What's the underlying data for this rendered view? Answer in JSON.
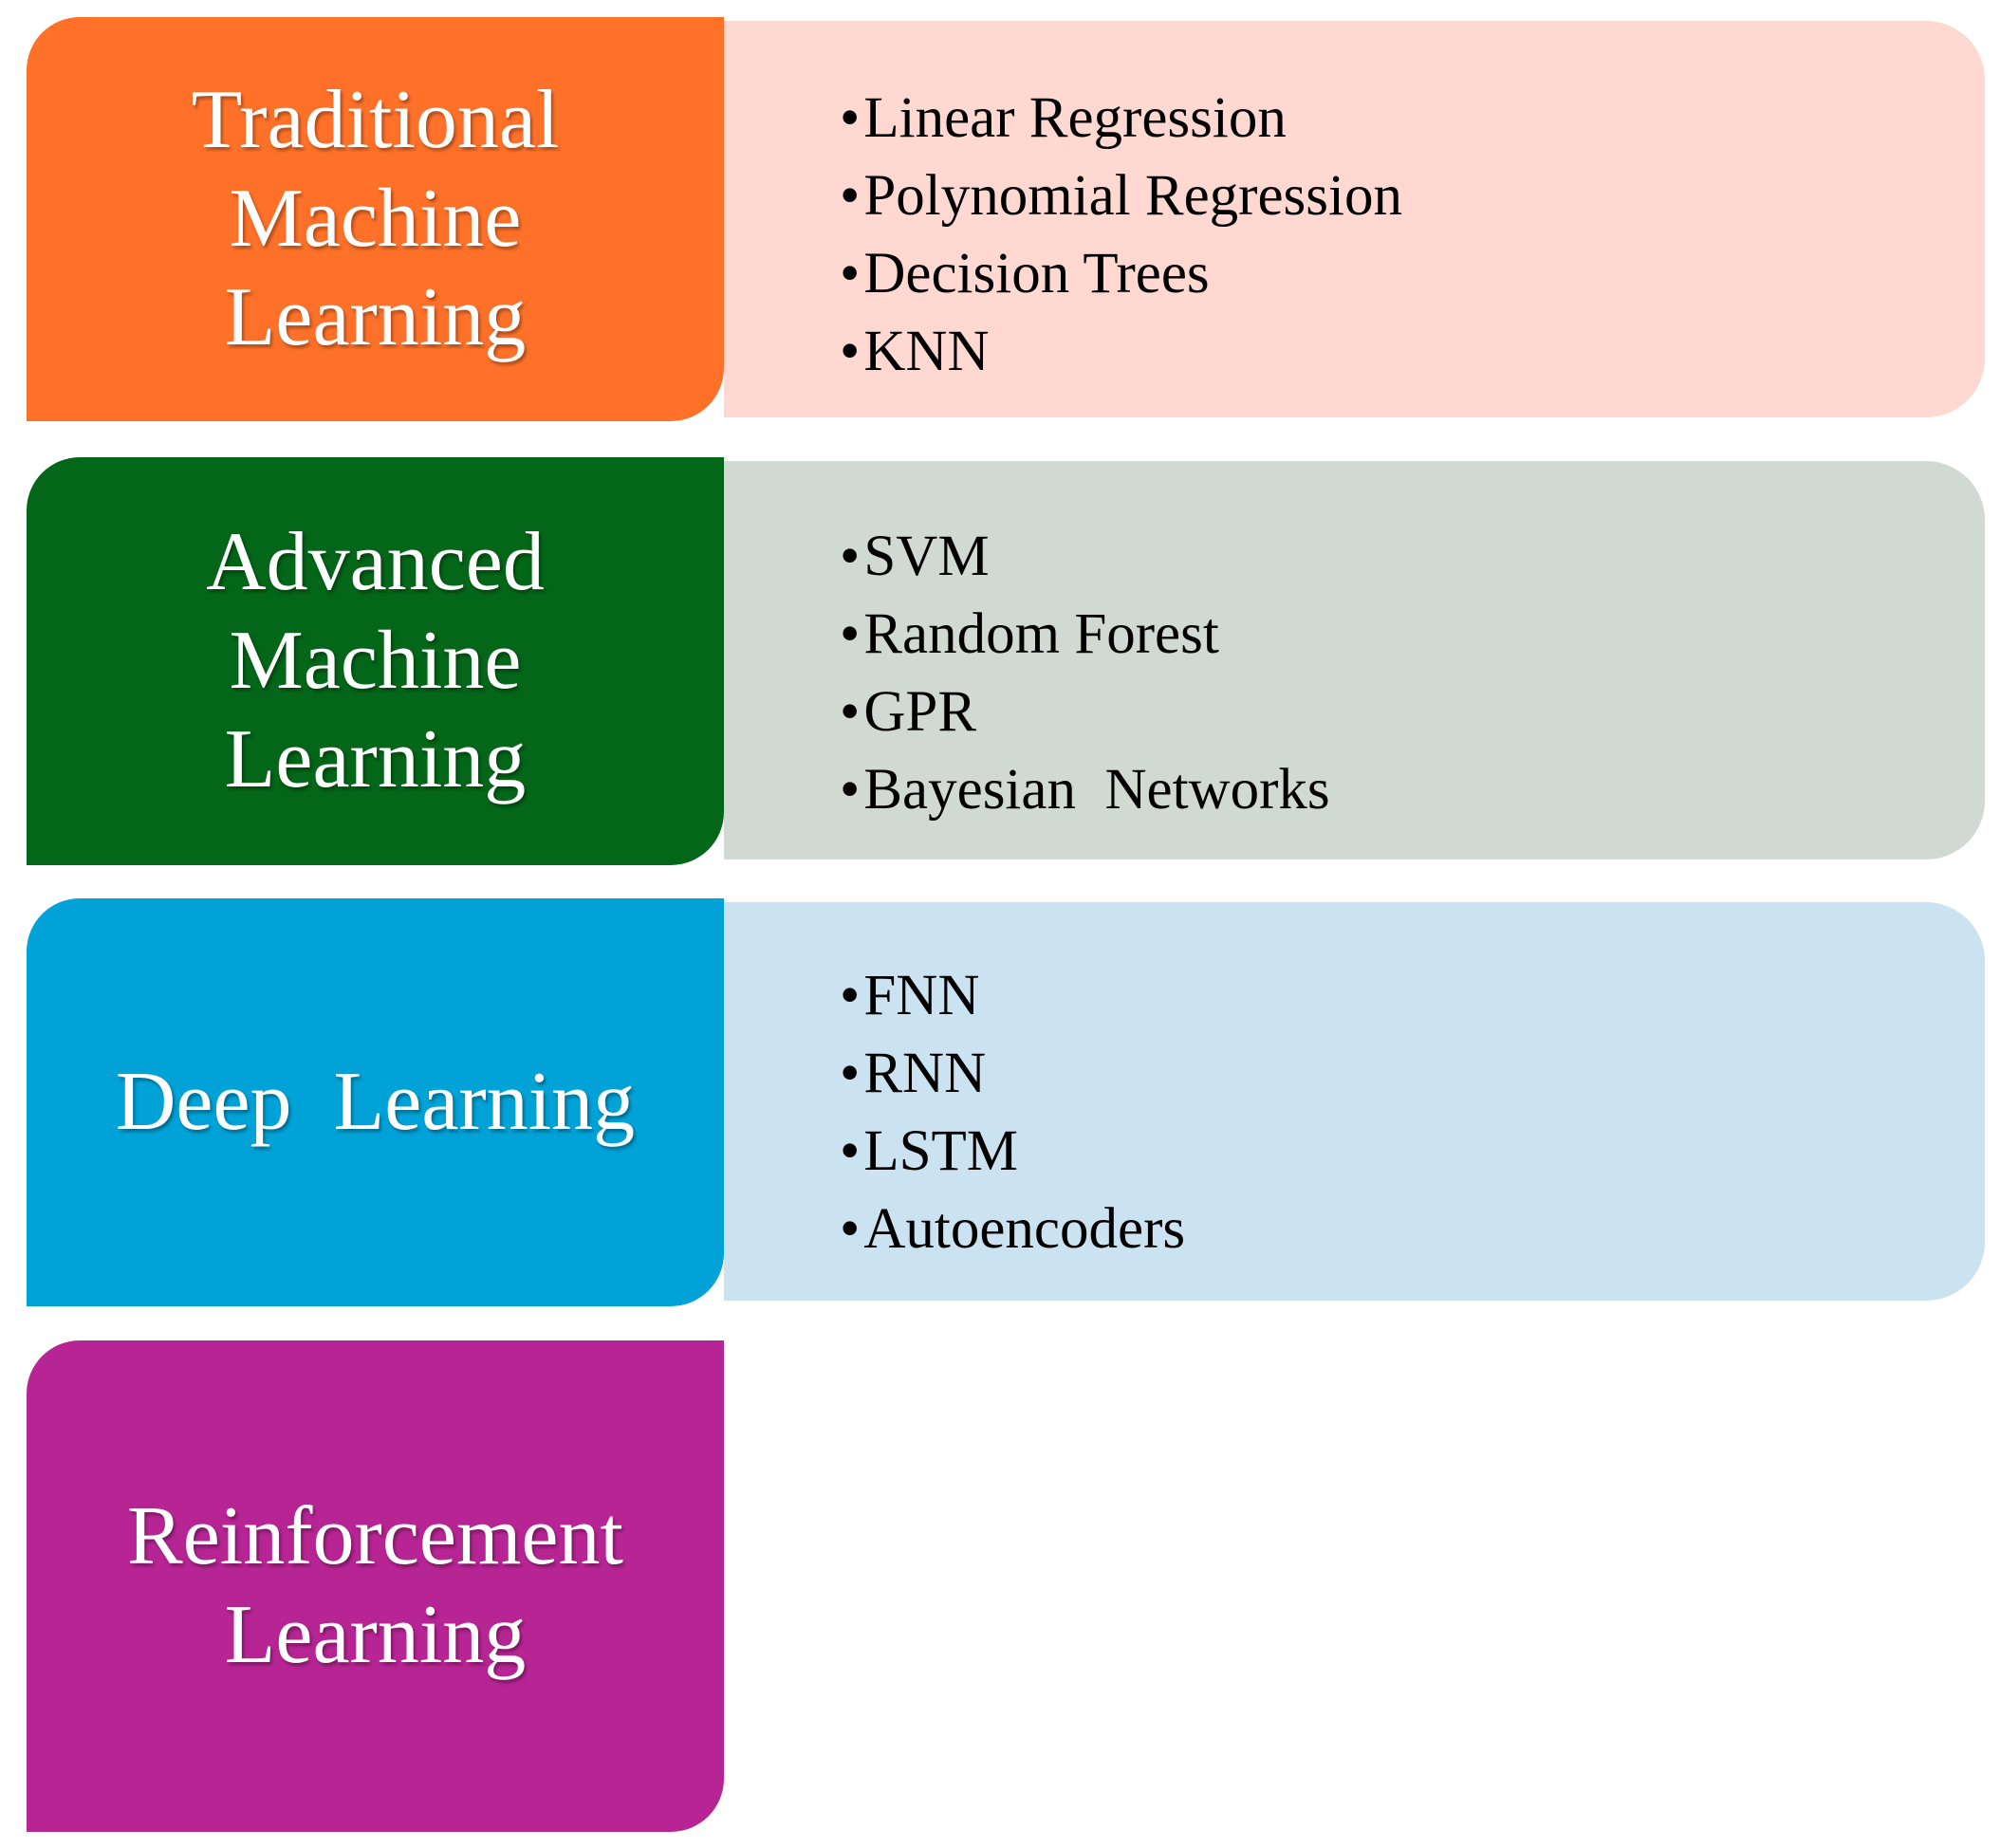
{
  "colors": {
    "traditional_header": "#FF7129",
    "traditional_panel": "#FFD9D1",
    "advanced_header": "#046618",
    "advanced_panel": "#D0D9D2",
    "deep_header": "#00A2D7",
    "deep_panel": "#CBE2F1",
    "reinforcement_header": "#B72594"
  },
  "categories": [
    {
      "title": "Traditional\nMachine\nLearning",
      "items": [
        "Linear Regression",
        "Polynomial Regression",
        "Decision Trees",
        "KNN"
      ]
    },
    {
      "title": "Advanced\nMachine\nLearning",
      "items": [
        "SVM",
        "Random Forest",
        "GPR",
        "Bayesian  Networks"
      ]
    },
    {
      "title": "Deep  Learning",
      "items": [
        "FNN",
        "RNN",
        "LSTM",
        "Autoencoders"
      ]
    },
    {
      "title": "Reinforcement\nLearning",
      "items": []
    }
  ]
}
